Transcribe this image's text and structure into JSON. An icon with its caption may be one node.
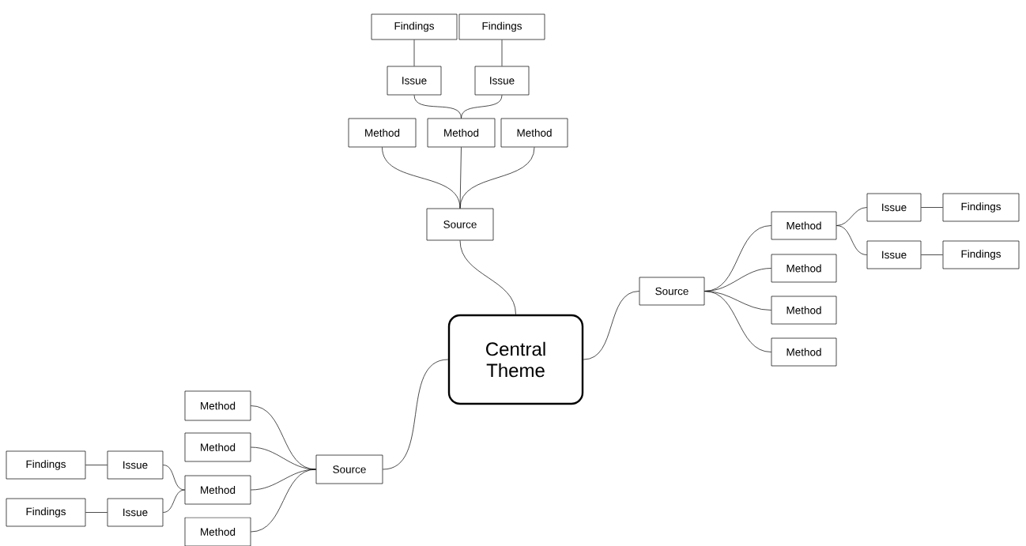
{
  "diagram": {
    "nodes": [
      {
        "text": [
          "Central Theme"
        ]
      },
      {
        "text": [
          "Source"
        ]
      },
      {
        "text": [
          "Method"
        ]
      },
      {
        "text": [
          "Method"
        ]
      },
      {
        "text": [
          "Method"
        ]
      },
      {
        "text": [
          "Issue"
        ]
      },
      {
        "text": [
          "Issue"
        ]
      },
      {
        "text": [
          "Findings"
        ]
      },
      {
        "text": [
          "Findings"
        ]
      },
      {
        "text": [
          "Source"
        ]
      },
      {
        "text": [
          "Method"
        ]
      },
      {
        "text": [
          "Method"
        ]
      },
      {
        "text": [
          "Method"
        ]
      },
      {
        "text": [
          "Method"
        ]
      },
      {
        "text": [
          "Issue"
        ]
      },
      {
        "text": [
          "Findings"
        ]
      },
      {
        "text": [
          "Issue"
        ]
      },
      {
        "text": [
          "Findings"
        ]
      },
      {
        "text": [
          "Source"
        ]
      },
      {
        "text": [
          "Method"
        ]
      },
      {
        "text": [
          "Method"
        ]
      },
      {
        "text": [
          "Method"
        ]
      },
      {
        "text": [
          "Method"
        ]
      },
      {
        "text": [
          "Findings"
        ]
      },
      {
        "text": [
          "Issue"
        ]
      },
      {
        "text": [
          "Findings"
        ]
      },
      {
        "text": [
          "Issue"
        ]
      }
    ],
    "edges": [
      {
        "from": 0,
        "to": 1,
        "arrow": "none"
      },
      {
        "from": 1,
        "to": 2,
        "arrow": "none"
      },
      {
        "from": 1,
        "to": 3,
        "arrow": "none"
      },
      {
        "from": 1,
        "to": 4,
        "arrow": "none"
      },
      {
        "from": 3,
        "to": 5,
        "arrow": "none"
      },
      {
        "from": 3,
        "to": 6,
        "arrow": "none"
      },
      {
        "from": 5,
        "to": 7,
        "arrow": "none"
      },
      {
        "from": 6,
        "to": 8,
        "arrow": "none"
      },
      {
        "from": 0,
        "to": 9,
        "arrow": "none"
      },
      {
        "from": 9,
        "to": 10,
        "arrow": "none"
      },
      {
        "from": 9,
        "to": 11,
        "arrow": "none"
      },
      {
        "from": 9,
        "to": 12,
        "arrow": "none"
      },
      {
        "from": 9,
        "to": 13,
        "arrow": "none"
      },
      {
        "from": 10,
        "to": 14,
        "arrow": "none"
      },
      {
        "from": 10,
        "to": 16,
        "arrow": "none"
      },
      {
        "from": 14,
        "to": 15,
        "arrow": "none"
      },
      {
        "from": 16,
        "to": 17,
        "arrow": "none"
      },
      {
        "from": 0,
        "to": 18,
        "arrow": "none"
      },
      {
        "from": 18,
        "to": 19,
        "arrow": "none"
      },
      {
        "from": 18,
        "to": 20,
        "arrow": "none"
      },
      {
        "from": 18,
        "to": 21,
        "arrow": "none"
      },
      {
        "from": 18,
        "to": 22,
        "arrow": "none"
      },
      {
        "from": 21,
        "to": 24,
        "arrow": "none"
      },
      {
        "from": 21,
        "to": 26,
        "arrow": "none"
      },
      {
        "from": 24,
        "to": 23,
        "arrow": "none"
      },
      {
        "from": 26,
        "to": 25,
        "arrow": "none"
      }
    ]
  }
}
